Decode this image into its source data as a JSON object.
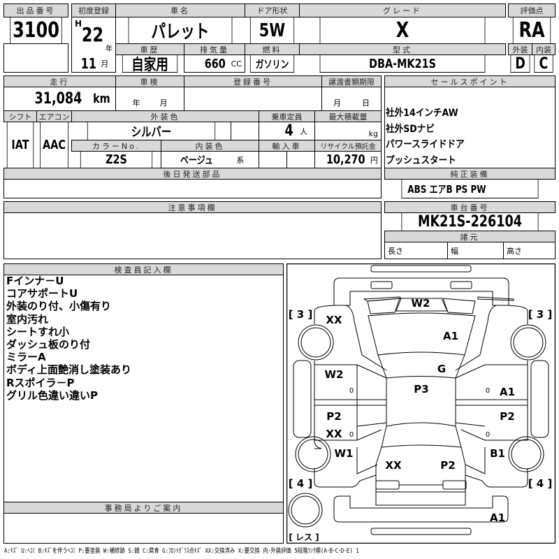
{
  "lot": {
    "label": "出品番号",
    "value": "3100"
  },
  "first_reg": {
    "label": "初度登録",
    "era": "H",
    "year": "22",
    "year_unit": "年",
    "month": "11",
    "month_unit": "月"
  },
  "car_name": {
    "label": "車名",
    "value": "パレット"
  },
  "door": {
    "label": "ドア形状",
    "value": "5W"
  },
  "grade": {
    "label": "グレード",
    "value": "X"
  },
  "score": {
    "label": "評価点",
    "value": "RA",
    "exterior_label": "外装",
    "interior_label": "内装",
    "exterior": "D",
    "interior": "C"
  },
  "history": {
    "label": "車歴",
    "value": "自家用"
  },
  "displacement": {
    "label": "排気量",
    "value": "660",
    "unit": "CC"
  },
  "fuel": {
    "label": "燃料",
    "value": "ガソリン"
  },
  "model": {
    "label": "型式",
    "value": "DBA-MK21S"
  },
  "mileage": {
    "label": "走行",
    "value": "31,084",
    "unit": "km"
  },
  "inspection": {
    "label": "車検",
    "year_unit": "年",
    "month_unit": "月"
  },
  "reg_no": {
    "label": "登録番号"
  },
  "transfer": {
    "label": "譲渡書類期限",
    "month_unit": "月",
    "day_unit": "日"
  },
  "shift": {
    "label": "シフト",
    "value": "IAT"
  },
  "ac": {
    "label": "エアコン",
    "value": "AAC"
  },
  "ext_color": {
    "label": "外装色",
    "value": "シルバー"
  },
  "capacity": {
    "label": "乗車定員",
    "value": "4",
    "unit": "人"
  },
  "max_load": {
    "label": "最大積載量",
    "unit": "kg"
  },
  "color_no": {
    "label": "カラーNo.",
    "value": "Z2S"
  },
  "int_color": {
    "label": "内装色",
    "value": "ベージュ",
    "unit": "系"
  },
  "import": {
    "label": "輸入車"
  },
  "recycle": {
    "label": "リサイクル預託金",
    "value": "10,270",
    "unit": "円"
  },
  "later_parts": {
    "label": "後日発送部品"
  },
  "sales_points": {
    "label": "セールスポイント",
    "items": [
      "社外14インチAW",
      "社外SDナビ",
      "パワースライドドア",
      "プッシュスタート"
    ]
  },
  "equipment": {
    "label": "純正装備",
    "value": "ABS エアB PS PW"
  },
  "notes": {
    "label": "注意事項欄"
  },
  "chassis": {
    "label": "車台番号",
    "value": "MK21S-226104"
  },
  "specs": {
    "label": "諸元",
    "length": "長さ",
    "width": "幅",
    "height": "高さ"
  },
  "inspector": {
    "label": "検査員記入欄",
    "items": [
      "Fインナ－U",
      "コアサポートU",
      "外装のり付、小傷有り",
      "室内汚れ",
      "シートすれ小",
      "ダッシュ板のり付",
      "ミラーA",
      "ボディ上面艶消し塗装あり",
      "Rスポイラ－P",
      "グリル色違い違いP"
    ]
  },
  "office": {
    "label": "事務局よりご案内"
  },
  "diagram": {
    "marks": [
      "W2",
      "XX",
      "A1",
      "G",
      "W2",
      "0",
      "P3",
      "0",
      "A1",
      "P2",
      "XX",
      "0",
      "P2",
      "0",
      "W1",
      "B1",
      "XX",
      "P2",
      "A1"
    ],
    "tires": [
      "[ 3 ]",
      "[ 3 ]",
      "[ 4 ]",
      "[ 4 ]",
      "[ レス ]"
    ]
  },
  "legend": "A:ｷｽﾞ U:ﾍｺﾐ B:ｷｽﾞを伴うﾍｺﾐ P:要塗装 W:補修跡 S:錆 C:腐食 G:ﾌﾛﾝﾄｶﾞﾗｽ点ｷｽﾞ XX:交換済み X:要交換  内･外装評価  5段階ﾗﾝｸ順(A･B･C･D･E) 1"
}
